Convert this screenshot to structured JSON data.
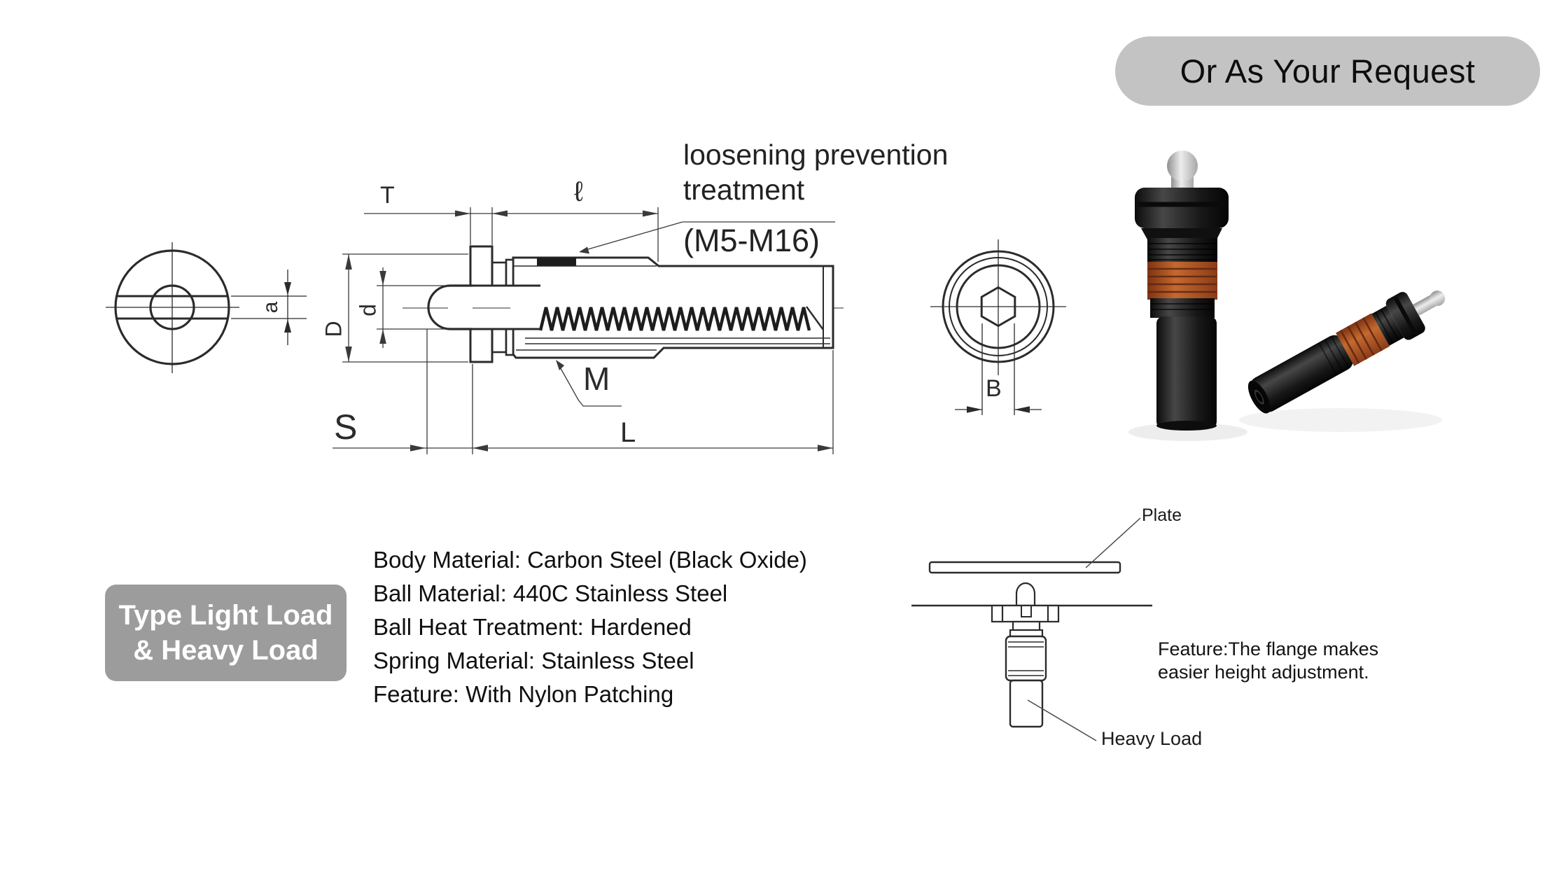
{
  "badge": {
    "label": "Or As Your Request"
  },
  "drawing": {
    "annotation_line1": "loosening prevention",
    "annotation_line2": "treatment",
    "thread_range": "(M5-M16)",
    "dims": {
      "T": "T",
      "l": "ℓ",
      "D": "D",
      "d": "d",
      "a": "a",
      "M": "M",
      "S": "S",
      "L": "L",
      "B": "B"
    }
  },
  "type_box": {
    "line1": "Type Light Load",
    "line2": "& Heavy Load"
  },
  "specs": {
    "lines": [
      "Body Material: Carbon Steel (Black Oxide)",
      "Ball Material: 440C Stainless Steel",
      "Ball Heat Treatment: Hardened",
      "Spring Material: Stainless Steel",
      "Feature: With Nylon Patching"
    ]
  },
  "install_diagram": {
    "plate_label": "Plate",
    "heavy_load_label": "Heavy Load",
    "feature_line1": "Feature:The flange makes",
    "feature_line2": "easier height adjustment."
  },
  "colors": {
    "badge_bg": "#c3c3c3",
    "type_box_bg": "#9c9c9c",
    "drawing_line": "#2b2b2b",
    "patch_black": "#1d1d1d",
    "nylon_patch_orange": "#b2531f",
    "body_black": "#141414",
    "pin_silver": "#d9d9d9"
  }
}
